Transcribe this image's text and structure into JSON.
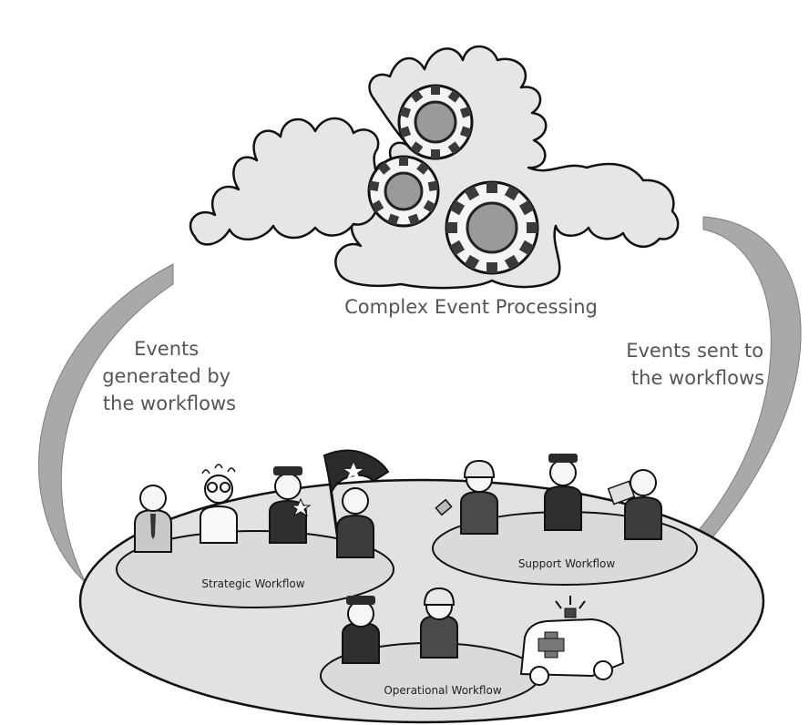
{
  "diagram": {
    "cep_label": "Complex Event Processing",
    "left_arrow_label": [
      "Events",
      "generated by",
      "the workflows"
    ],
    "right_arrow_label": [
      "Events sent to",
      "the workflows"
    ],
    "workflows": {
      "strategic": "Strategic Workflow",
      "support": "Support Workflow",
      "operational": "Operational Workflow"
    },
    "icons": [
      "cloud-icon",
      "gear-icon",
      "flag-icon",
      "ambulance-icon",
      "person-icon",
      "police-officer-icon",
      "firefighter-icon",
      "scientist-icon"
    ],
    "colors": {
      "cloud_fill": "#e6e6e6",
      "arrow_fill": "#a9a9a9",
      "platform_fill": "#e2e2e2",
      "outline": "#111111"
    }
  }
}
